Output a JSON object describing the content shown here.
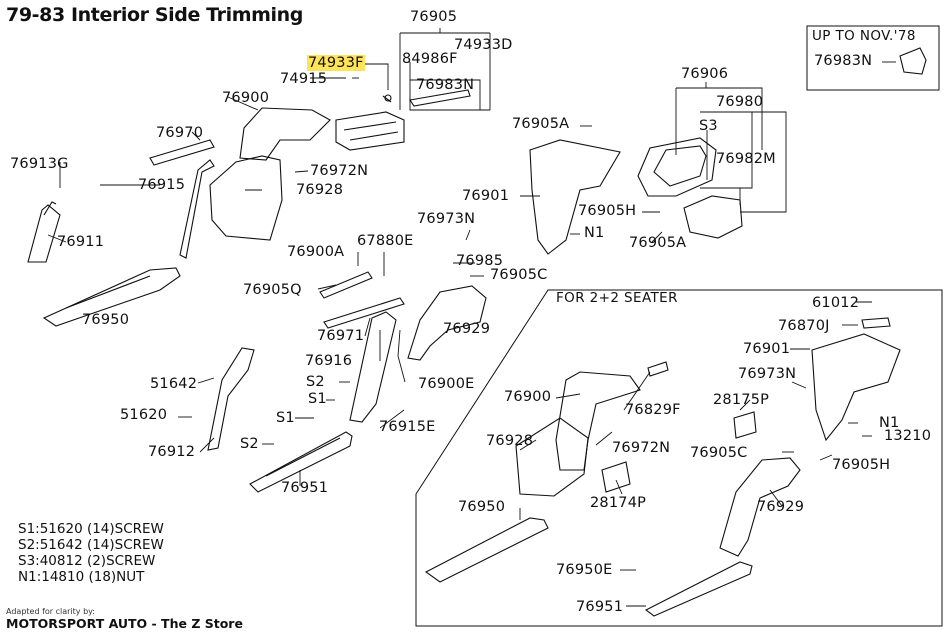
{
  "title": "79-83 Interior Side Trimming",
  "highlight_color": "#ffe45a",
  "parts": [
    {
      "id": "p76905",
      "text": "76905"
    },
    {
      "id": "p74933F",
      "text": "74933F",
      "highlight": true
    },
    {
      "id": "p84986F",
      "text": "84986F"
    },
    {
      "id": "p74933D",
      "text": "74933D"
    },
    {
      "id": "p74915",
      "text": "74915"
    },
    {
      "id": "p76983N_a",
      "text": "76983N"
    },
    {
      "id": "p76900_a",
      "text": "76900"
    },
    {
      "id": "p76970",
      "text": "76970"
    },
    {
      "id": "p76913G",
      "text": "76913G"
    },
    {
      "id": "p76972N_a",
      "text": "76972N"
    },
    {
      "id": "p76915",
      "text": "76915"
    },
    {
      "id": "p76928_a",
      "text": "76928"
    },
    {
      "id": "p76911",
      "text": "76911"
    },
    {
      "id": "p76906",
      "text": "76906"
    },
    {
      "id": "p76980",
      "text": "76980"
    },
    {
      "id": "p76905A_a",
      "text": "76905A"
    },
    {
      "id": "pS3",
      "text": "S3"
    },
    {
      "id": "p76982M",
      "text": "76982M"
    },
    {
      "id": "p76901_a",
      "text": "76901"
    },
    {
      "id": "p76905H_a",
      "text": "76905H"
    },
    {
      "id": "pN1_a",
      "text": "N1"
    },
    {
      "id": "p76905A_b",
      "text": "76905A"
    },
    {
      "id": "p76973N_a",
      "text": "76973N"
    },
    {
      "id": "p76900A",
      "text": "76900A"
    },
    {
      "id": "p67880E",
      "text": "67880E"
    },
    {
      "id": "p76985",
      "text": "76985"
    },
    {
      "id": "p76905C_a",
      "text": "76905C"
    },
    {
      "id": "p76905Q",
      "text": "76905Q"
    },
    {
      "id": "p76950_a",
      "text": "76950"
    },
    {
      "id": "p76971",
      "text": "76971"
    },
    {
      "id": "p76929_a",
      "text": "76929"
    },
    {
      "id": "p76916",
      "text": "76916"
    },
    {
      "id": "pS2_a",
      "text": "S2"
    },
    {
      "id": "p76900E",
      "text": "76900E"
    },
    {
      "id": "p51642",
      "text": "51642"
    },
    {
      "id": "pS1_a",
      "text": "S1"
    },
    {
      "id": "p51620",
      "text": "51620"
    },
    {
      "id": "pS1_b",
      "text": "S1"
    },
    {
      "id": "p76915E",
      "text": "76915E"
    },
    {
      "id": "p76912",
      "text": "76912"
    },
    {
      "id": "pS2_b",
      "text": "S2"
    },
    {
      "id": "p76951_a",
      "text": "76951"
    },
    {
      "id": "p61012",
      "text": "61012"
    },
    {
      "id": "p76870J",
      "text": "76870J"
    },
    {
      "id": "p76901_b",
      "text": "76901"
    },
    {
      "id": "p76973N_b",
      "text": "76973N"
    },
    {
      "id": "p76900_b",
      "text": "76900"
    },
    {
      "id": "p76829F",
      "text": "76829F"
    },
    {
      "id": "p28175P",
      "text": "28175P"
    },
    {
      "id": "pN1_b",
      "text": "N1"
    },
    {
      "id": "p13210",
      "text": "13210"
    },
    {
      "id": "p76928_b",
      "text": "76928"
    },
    {
      "id": "p76972N_b",
      "text": "76972N"
    },
    {
      "id": "p76905C_b",
      "text": "76905C"
    },
    {
      "id": "p76905H_b",
      "text": "76905H"
    },
    {
      "id": "p28174P",
      "text": "28174P"
    },
    {
      "id": "p76929_b",
      "text": "76929"
    },
    {
      "id": "p76950_b",
      "text": "76950"
    },
    {
      "id": "p76950E",
      "text": "76950E"
    },
    {
      "id": "p76951_b",
      "text": "76951"
    }
  ],
  "inset": {
    "title": "UP TO NOV.'78",
    "part": "76983N"
  },
  "seater_box": {
    "title": "FOR 2+2 SEATER"
  },
  "legend": [
    "S1:51620 (14)SCREW",
    "S2:51642 (14)SCREW",
    "S3:40812 (2)SCREW",
    "N1:14810 (18)NUT"
  ],
  "credit_small": "Adapted for clarity by:",
  "credit": "MOTORSPORT AUTO - The Z Store"
}
